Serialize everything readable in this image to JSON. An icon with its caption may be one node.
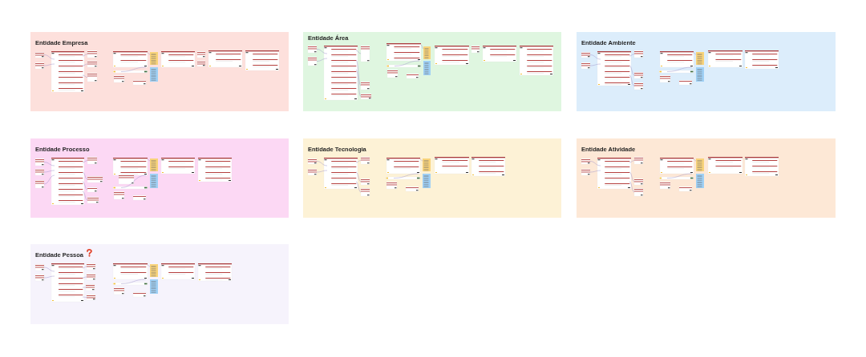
{
  "diagram": {
    "nodes": [
      {
        "text": [
          "Entidade Empresa"
        ]
      },
      {
        "text": [
          "Entidade Área"
        ]
      },
      {
        "text": [
          "Entidade Ambiente"
        ]
      },
      {
        "text": [
          "Entidade Processo"
        ]
      },
      {
        "text": [
          "Entidade Tecnologia"
        ]
      },
      {
        "text": [
          "Entidade Atividade"
        ]
      },
      {
        "text": [
          "Entidade Pessoa"
        ]
      }
    ]
  }
}
